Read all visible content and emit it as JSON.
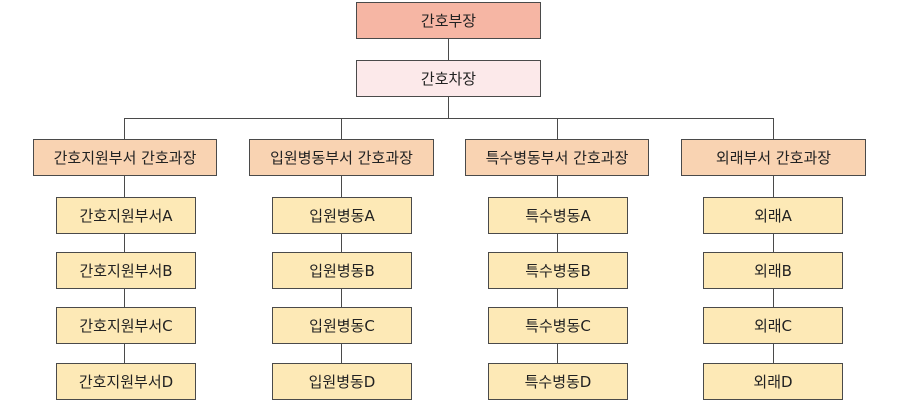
{
  "chart": {
    "head": "간호부장",
    "deputy": "간호차장",
    "departments": [
      {
        "name": "간호지원부서 간호과장",
        "units": [
          "간호지원부서A",
          "간호지원부서B",
          "간호지원부서C",
          "간호지원부서D"
        ]
      },
      {
        "name": "입원병동부서 간호과장",
        "units": [
          "입원병동A",
          "입원병동B",
          "입원병동C",
          "입원병동D"
        ]
      },
      {
        "name": "특수병동부서 간호과장",
        "units": [
          "특수병동A",
          "특수병동B",
          "특수병동C",
          "특수병동D"
        ]
      },
      {
        "name": "외래부서 간호과장",
        "units": [
          "외래A",
          "외래B",
          "외래C",
          "외래D"
        ]
      }
    ]
  },
  "colors": {
    "head": "#f6b6a4",
    "deputy": "#fce9ea",
    "department": "#f9d3b2",
    "unit": "#fde9b6",
    "line": "#4a4a4a"
  }
}
